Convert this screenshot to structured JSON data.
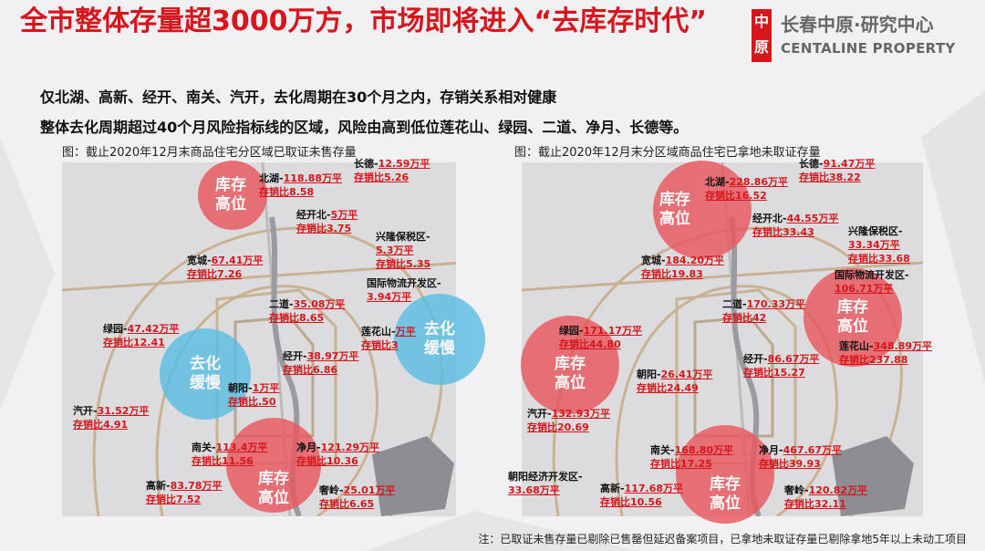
{
  "title": "全市整体存量超3000万方，市场即将进入“去库存时代”",
  "logo": {
    "seal": "中原",
    "name_cn": "长春中原·研究中心",
    "name_en": "CENTALINE PROPERTY"
  },
  "subtitles": [
    "仅北湖、高新、经开、南关、汽开，去化周期在30个月之内，存销关系相对健康",
    "整体去化周期超过40个月风险指标线的区域，风险由高到低位莲花山、绿园、二道、净月、长德等。"
  ],
  "colors": {
    "accent": "#d7151c",
    "high_stock": "#e8585e",
    "slow_sales": "#5bbde4"
  },
  "maps": [
    {
      "caption": "图：截止2020年12月末商品住宅分区域已取证未售存量",
      "circles": [
        {
          "text": "库存高位",
          "type": "high_stock"
        },
        {
          "text": "去化缓慢",
          "type": "slow_sales"
        },
        {
          "text": "去化缓慢",
          "type": "slow_sales"
        },
        {
          "text": "库存高位",
          "type": "high_stock"
        }
      ],
      "labels": [
        {
          "name": "北湖-",
          "value": "118.88万平",
          "ratio": "存销比8.58"
        },
        {
          "name": "长德-",
          "value": "12.59万平",
          "ratio": "存销比5.26"
        },
        {
          "name": "经开北-",
          "value": "5万平",
          "ratio": "存销比3.75"
        },
        {
          "name": "兴隆保税区-",
          "value": "5.3万平",
          "ratio": "存销比5.35"
        },
        {
          "name": "宽城-",
          "value": "67.41万平",
          "ratio": "存销比7.26"
        },
        {
          "name": "国际物流开发区-",
          "value": "3.94万平",
          "ratio": ""
        },
        {
          "name": "二道-",
          "value": "35.08万平",
          "ratio": "存销比8.65"
        },
        {
          "name": "绿园-",
          "value": "47.42万平",
          "ratio": "存销比12.41"
        },
        {
          "name": "莲花山-",
          "value": "万平",
          "ratio": "存销比3"
        },
        {
          "name": "经开-",
          "value": "38.97万平",
          "ratio": "存销比6.86"
        },
        {
          "name": "朝阳-",
          "value": "1万平",
          "ratio": "存销比.50"
        },
        {
          "name": "汽开-",
          "value": "31.52万平",
          "ratio": "存销比4.91"
        },
        {
          "name": "南关-",
          "value": "113.4万平",
          "ratio": "存销比11.56"
        },
        {
          "name": "净月-",
          "value": "121.29万平",
          "ratio": "存销比10.36"
        },
        {
          "name": "高新-",
          "value": "83.78万平",
          "ratio": "存销比7.52"
        },
        {
          "name": "奢岭-",
          "value": "25.01万平",
          "ratio": "存销比6.65"
        }
      ]
    },
    {
      "caption": "图：截止2020年12月末分区域商品住宅已拿地未取证存量",
      "circles": [
        {
          "text": "库存高位",
          "type": "high_stock"
        },
        {
          "text": "库存高位",
          "type": "high_stock"
        },
        {
          "text": "库存高位",
          "type": "high_stock"
        },
        {
          "text": "库存高位",
          "type": "high_stock"
        }
      ],
      "labels": [
        {
          "name": "北湖-",
          "value": "228.86万平",
          "ratio": "存销比16.52"
        },
        {
          "name": "长德-",
          "value": "91.47万平",
          "ratio": "存销比38.22"
        },
        {
          "name": "经开北-",
          "value": "44.55万平",
          "ratio": "存销比33.43"
        },
        {
          "name": "兴隆保税区-",
          "value": "33.34万平",
          "ratio": "存销比33.68"
        },
        {
          "name": "宽城-",
          "value": "184.20万平",
          "ratio": "存销比19.83"
        },
        {
          "name": "国际物流开发区-",
          "value": "106.71万平",
          "ratio": ""
        },
        {
          "name": "二道-",
          "value": "170.33万平",
          "ratio": "存销比42"
        },
        {
          "name": "绿园-",
          "value": "171.17万平",
          "ratio": "存销比44.80"
        },
        {
          "name": "莲花山-",
          "value": "348.89万平",
          "ratio": "存销比237.88"
        },
        {
          "name": "经开-",
          "value": "86.67万平",
          "ratio": "存销比15.27"
        },
        {
          "name": "朝阳-",
          "value": "26.41万平",
          "ratio": "存销比24.49"
        },
        {
          "name": "汽开-",
          "value": "132.93万平",
          "ratio": "存销比20.69"
        },
        {
          "name": "南关-",
          "value": "168.80万平",
          "ratio": "存销比17.25"
        },
        {
          "name": "净月-",
          "value": "467.67万平",
          "ratio": "存销比39.93"
        },
        {
          "name": "高新-",
          "value": "117.68万平",
          "ratio": "存销比10.56"
        },
        {
          "name": "奢岭-",
          "value": "120.82万平",
          "ratio": "存销比32.11"
        },
        {
          "name": "朝阳经济开发区-",
          "value": "33.68万平",
          "ratio": ""
        }
      ]
    }
  ],
  "footnote": "注：已取证未售存量已剔除已售罄但延迟备案项目，已拿地未取证存量已剔除拿地5年以上未动工项目"
}
